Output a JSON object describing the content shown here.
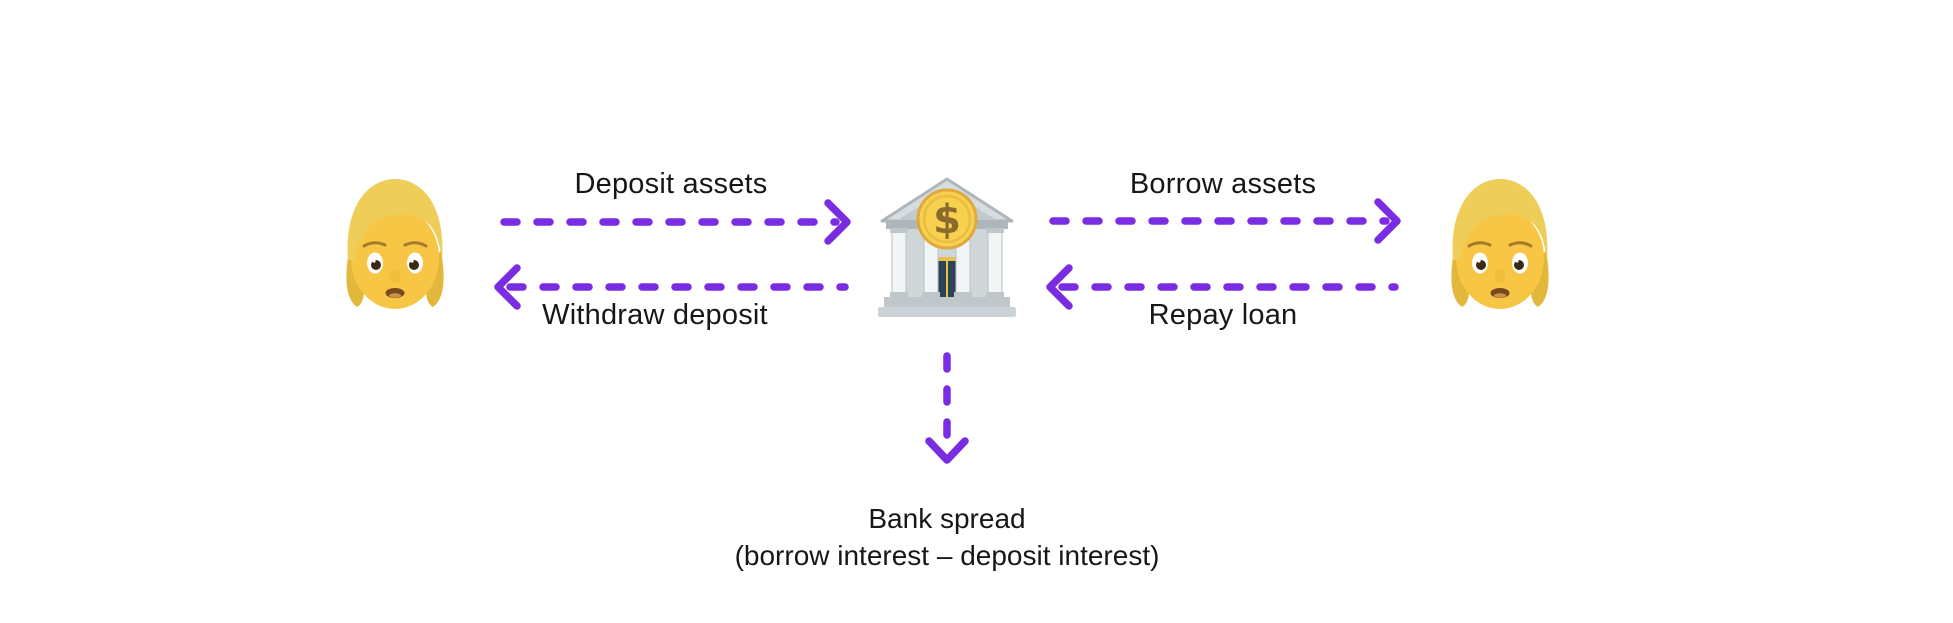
{
  "diagram": {
    "background": "#ffffff",
    "text_color": "#171717",
    "arrow_color": "#7a2ce2",
    "nodes": {
      "left_person": {
        "icon": "person-emoji",
        "emoji": "🧑",
        "alt": "depositor person"
      },
      "bank": {
        "icon": "bank-emoji",
        "emoji": "🏦",
        "alt": "bank"
      },
      "right_person": {
        "icon": "person-emoji",
        "emoji": "🧑",
        "alt": "borrower person"
      }
    },
    "arrows": {
      "deposit": {
        "label": "Deposit assets",
        "direction": "left-person to bank"
      },
      "withdraw": {
        "label": "Withdraw deposit",
        "direction": "bank to left-person"
      },
      "borrow": {
        "label": "Borrow assets",
        "direction": "bank to right-person"
      },
      "repay": {
        "label": "Repay loan",
        "direction": "right-person to bank"
      },
      "spread": {
        "label_line1": "Bank spread",
        "label_line2": "(borrow interest – deposit interest)",
        "direction": "bank down"
      }
    }
  }
}
